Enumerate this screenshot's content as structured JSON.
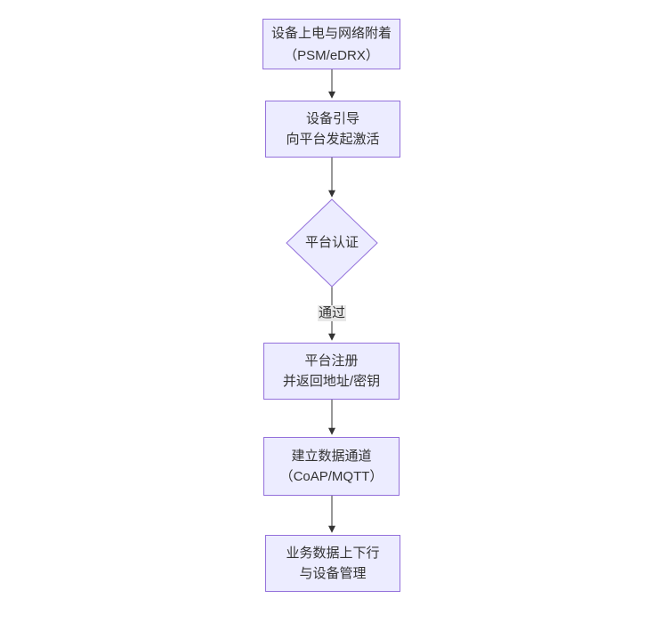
{
  "diagram": {
    "type": "flowchart",
    "direction": "top-to-bottom",
    "colors": {
      "node_fill": "#ECECFF",
      "node_border": "#9370DB",
      "arrow": "#333333",
      "edge_label_background": "#e8e8e8",
      "text": "#333333",
      "canvas_background": "#ffffff"
    },
    "nodes": [
      {
        "id": "power-attach",
        "shape": "rectangle",
        "lines": [
          "设备上电与网络附着",
          "（PSM/eDRX）"
        ]
      },
      {
        "id": "bootstrap",
        "shape": "rectangle",
        "lines": [
          "设备引导",
          "向平台发起激活"
        ]
      },
      {
        "id": "platform-auth",
        "shape": "diamond",
        "lines": [
          "平台认证"
        ]
      },
      {
        "id": "register",
        "shape": "rectangle",
        "lines": [
          "平台注册",
          "并返回地址/密钥"
        ]
      },
      {
        "id": "data-channel",
        "shape": "rectangle",
        "lines": [
          "建立数据通道",
          "（CoAP/MQTT）"
        ]
      },
      {
        "id": "business",
        "shape": "rectangle",
        "lines": [
          "业务数据上下行",
          "与设备管理"
        ]
      }
    ],
    "edges": [
      {
        "from": "power-attach",
        "to": "bootstrap",
        "label": ""
      },
      {
        "from": "bootstrap",
        "to": "platform-auth",
        "label": ""
      },
      {
        "from": "platform-auth",
        "to": "register",
        "label": "通过"
      },
      {
        "from": "register",
        "to": "data-channel",
        "label": ""
      },
      {
        "from": "data-channel",
        "to": "business",
        "label": ""
      }
    ]
  }
}
